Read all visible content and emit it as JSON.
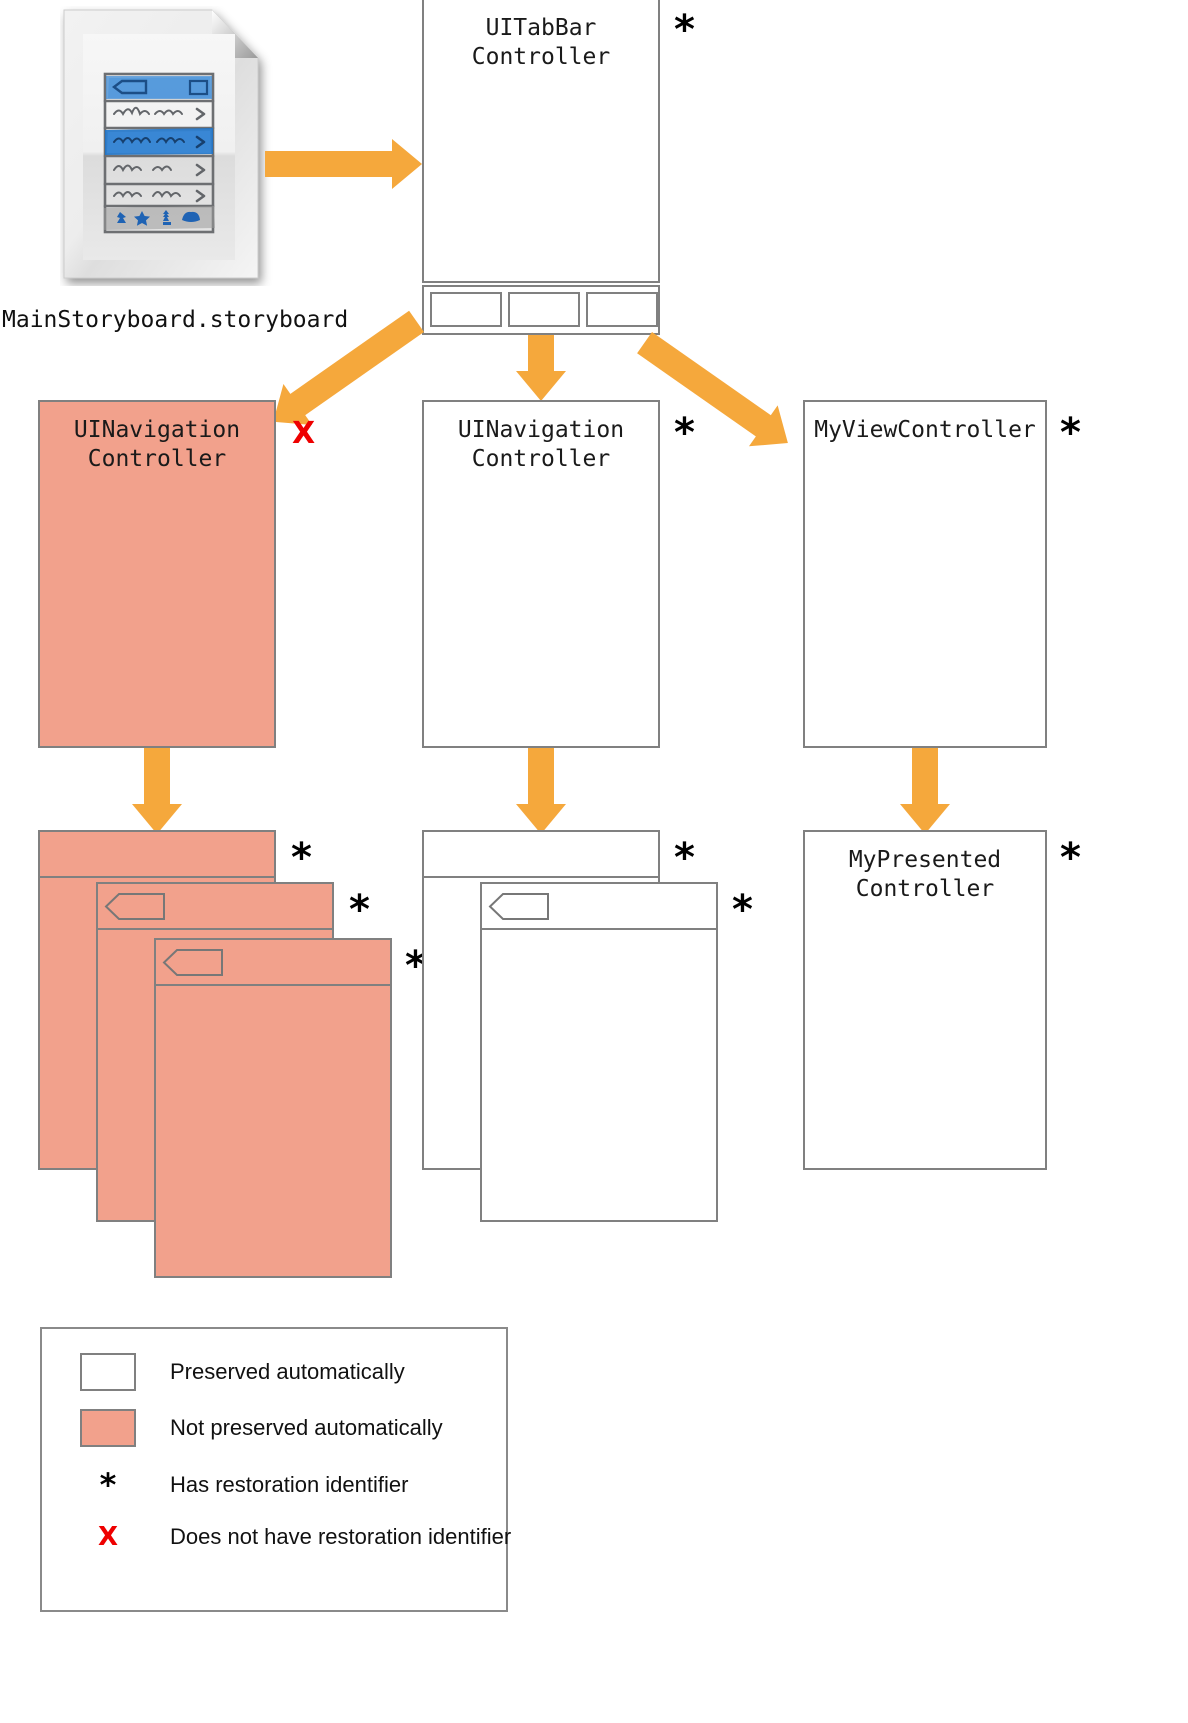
{
  "diagram": {
    "title_caption": "MainStoryboard.storyboard",
    "colors": {
      "arrow": "#F5A83C",
      "not_preserved_fill": "#F2A18C",
      "preserved_fill": "#FFFFFF",
      "box_stroke": "#808080",
      "marker_star": "#000000",
      "marker_x": "#EE0000"
    },
    "storyboard_icon": {
      "name": "storyboard-document-icon",
      "alt": "Sketched iOS app screen on a document page with curled corner"
    },
    "nodes": {
      "tabbar": {
        "label": "UITabBar\nController",
        "marker": "*",
        "preserved": true,
        "tab_count": 3
      },
      "nav_left": {
        "label": "UINavigation\nController",
        "marker": "X",
        "preserved": false
      },
      "nav_middle": {
        "label": "UINavigation\nController",
        "marker": "*",
        "preserved": true
      },
      "myviewcontroller": {
        "label": "MyViewController",
        "marker": "*",
        "preserved": true
      },
      "mypresented": {
        "label": "MyPresented\nController",
        "marker": "*",
        "preserved": true
      },
      "stack_left": [
        {
          "marker": "*",
          "preserved": false,
          "has_back_button": false
        },
        {
          "marker": "*",
          "preserved": false,
          "has_back_button": true
        },
        {
          "marker": "*",
          "preserved": false,
          "has_back_button": true
        }
      ],
      "stack_middle": [
        {
          "marker": "*",
          "preserved": true,
          "has_back_button": false
        },
        {
          "marker": "*",
          "preserved": true,
          "has_back_button": true
        }
      ]
    },
    "legend": {
      "rows": [
        {
          "type": "swatch",
          "fill": "preserved",
          "text": "Preserved automatically"
        },
        {
          "type": "swatch",
          "fill": "not_preserved",
          "text": "Not preserved automatically"
        },
        {
          "type": "symbol",
          "symbol": "*",
          "text": "Has restoration identifier"
        },
        {
          "type": "symbol",
          "symbol": "X",
          "text": "Does not have restoration identifier"
        }
      ]
    }
  }
}
